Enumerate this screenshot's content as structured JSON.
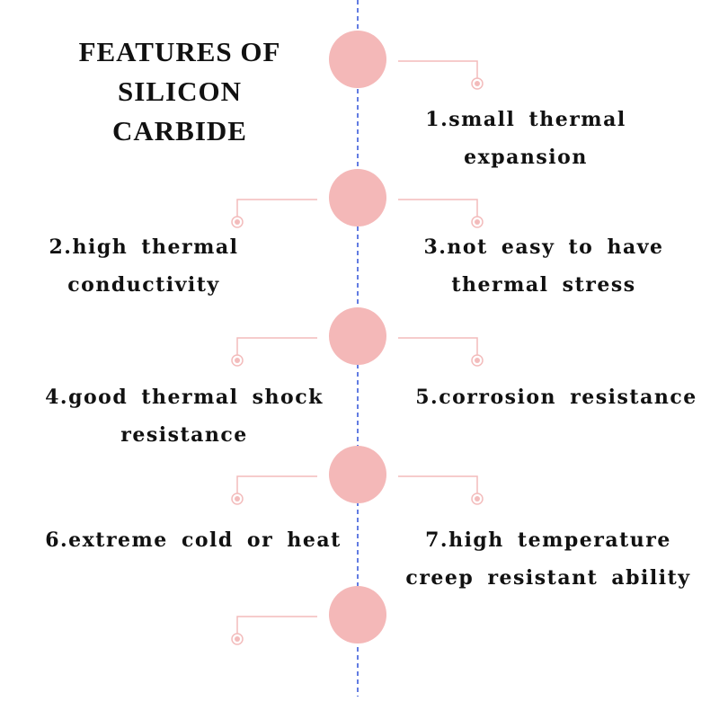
{
  "title": {
    "line1": "FEATURES  OF",
    "line2": "SILICON",
    "line3": "CARBIDE"
  },
  "features": [
    {
      "line1": "1.small  thermal",
      "line2": "expansion"
    },
    {
      "line1": "2.high  thermal",
      "line2": "conductivity"
    },
    {
      "line1": "3.not  easy  to  have",
      "line2": "thermal  stress"
    },
    {
      "line1": "4.good  thermal  shock",
      "line2": "resistance"
    },
    {
      "line1": "5.corrosion  resistance"
    },
    {
      "line1": "6.extreme  cold  or  heat"
    },
    {
      "line1": "7.high  temperature",
      "line2": "creep  resistant  ability"
    }
  ],
  "colors": {
    "node": "#f4b8b8",
    "connector": "#f3bcbc",
    "axis": "#3b5bdb",
    "text": "#111111"
  }
}
